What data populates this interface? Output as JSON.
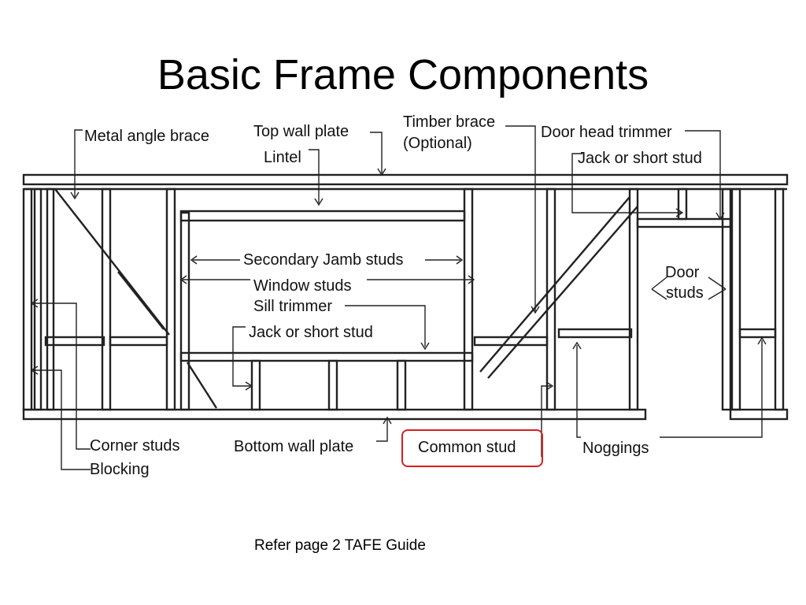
{
  "title": "Basic Frame Components",
  "labels": {
    "metal_angle_brace": "Metal angle brace",
    "top_wall_plate": "Top wall plate",
    "lintel": "Lintel",
    "timber_brace": "Timber brace",
    "timber_brace_optional": "(Optional)",
    "door_head_trimmer": "Door head trimmer",
    "jack_short_stud_top": "Jack or short stud",
    "secondary_jamb_studs": "Secondary Jamb studs",
    "window_studs": "Window studs",
    "sill_trimmer": "Sill trimmer",
    "jack_short_stud_mid": "Jack or short stud",
    "door_studs_1": "Door",
    "door_studs_2": "studs",
    "corner_studs": "Corner studs",
    "blocking": "Blocking",
    "bottom_wall_plate": "Bottom wall plate",
    "common_stud": "Common stud",
    "noggings": "Noggings"
  },
  "footnote": "Refer page 2 TAFE Guide",
  "colors": {
    "highlight": "#d62020",
    "lines": "#222222"
  }
}
